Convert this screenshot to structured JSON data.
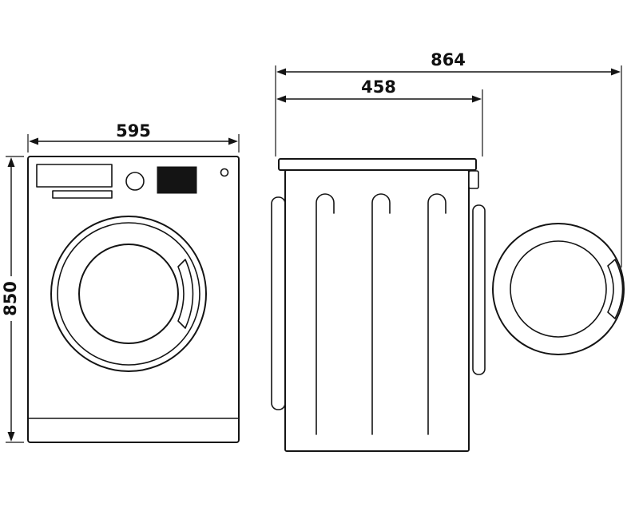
{
  "page": {
    "background": "#ffffff",
    "line_color": "#141414"
  },
  "diagram": {
    "type": "technical-dimension-drawing",
    "subject": "washing machine front and side views with open door",
    "dimensions": {
      "width": "595",
      "height": "850",
      "depth_total": "864",
      "depth_cabinet": "458"
    }
  }
}
